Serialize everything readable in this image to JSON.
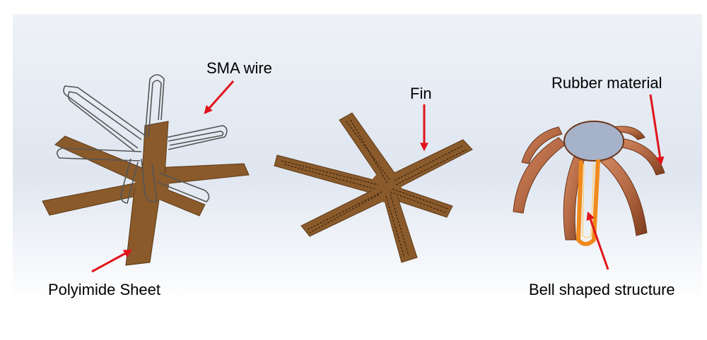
{
  "labels": {
    "sma_wire": "SMA wire",
    "polyimide_sheet": "Polyimide Sheet",
    "fin": "Fin",
    "rubber_material": "Rubber material",
    "bell_shaped_structure": "Bell shaped structure"
  },
  "colors": {
    "polyimide": "#8a5a2b",
    "polyimide_dark": "#5e3a17",
    "rubber": "#b56a45",
    "rubber_dark": "#6b3418",
    "cap": "#a6b2c9",
    "wire_glow": "#f08a1c",
    "arrow": "#e0141a",
    "background_tint": "#dfe6f0"
  }
}
